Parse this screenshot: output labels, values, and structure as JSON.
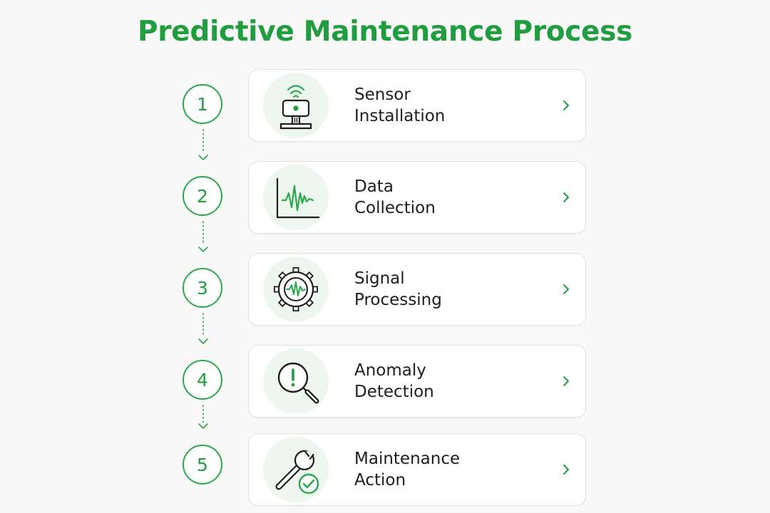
{
  "title": "Predictive Maintenance Process",
  "accent_color": "#1f9d3f",
  "steps": [
    {
      "number": "1",
      "line1": "Sensor",
      "line2": "Installation",
      "icon": "sensor-icon"
    },
    {
      "number": "2",
      "line1": "Data",
      "line2": "Collection",
      "icon": "waveform-chart-icon"
    },
    {
      "number": "3",
      "line1": "Signal",
      "line2": "Processing",
      "icon": "gear-signal-icon"
    },
    {
      "number": "4",
      "line1": "Anomaly",
      "line2": "Detection",
      "icon": "magnifier-alert-icon"
    },
    {
      "number": "5",
      "line1": "Maintenance",
      "line2": "Action",
      "icon": "wrench-check-icon"
    }
  ]
}
